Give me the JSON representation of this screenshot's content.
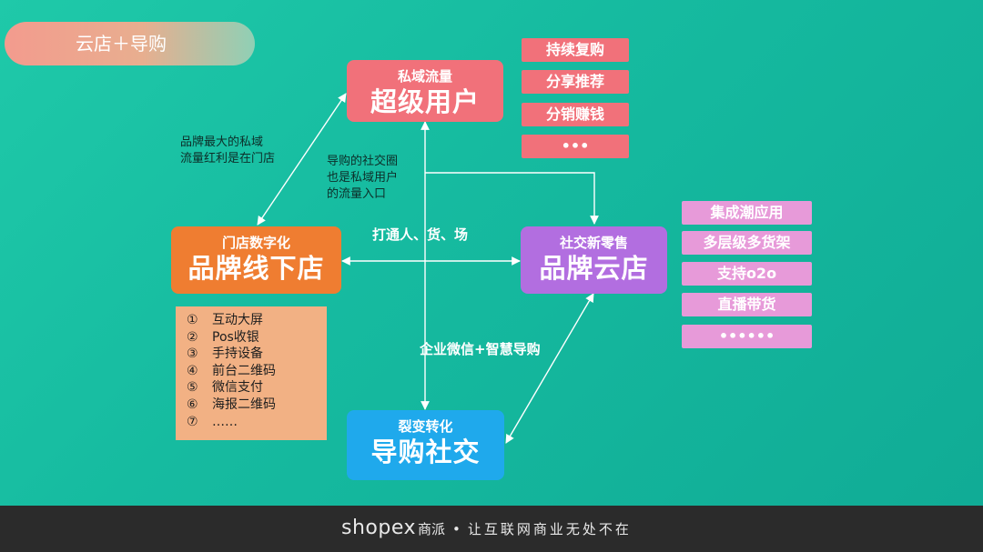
{
  "title": "云店＋导购",
  "nodes": {
    "super_user": {
      "sub": "私域流量",
      "main": "超级用户",
      "color": "#f1717a"
    },
    "offline_store": {
      "sub": "门店数字化",
      "main": "品牌线下店",
      "color": "#ef7d31"
    },
    "cloud_store": {
      "sub": "社交新零售",
      "main": "品牌云店",
      "color": "#b26ee0"
    },
    "guide_social": {
      "sub": "裂变转化",
      "main": "导购社交",
      "color": "#1fa9ec"
    }
  },
  "red_tags": [
    "持续复购",
    "分享推荐",
    "分销赚钱",
    "•••"
  ],
  "pink_tags": [
    "集成潮应用",
    "多层级多货架",
    "支持o2o",
    "直播带货",
    "••••••"
  ],
  "notes": {
    "brand_private": [
      "品牌最大的私域",
      "流量红利是在门店"
    ],
    "guide_circle": [
      "导购的社交圈",
      "也是私域用户",
      "的流量入口"
    ]
  },
  "labels": {
    "connect": "打通人、货、场",
    "wechat": "企业微信+智慧导购"
  },
  "store_features": [
    {
      "num": "①",
      "text": "互动大屏"
    },
    {
      "num": "②",
      "text": "Pos收银"
    },
    {
      "num": "③",
      "text": "手持设备"
    },
    {
      "num": "④",
      "text": "前台二维码"
    },
    {
      "num": "⑤",
      "text": "微信支付"
    },
    {
      "num": "⑥",
      "text": "海报二维码"
    },
    {
      "num": "⑦",
      "text": "……"
    }
  ],
  "footer": {
    "logo": "shopex",
    "logo_cn": "商派",
    "separator": "•",
    "slogan": "让互联网商业无处不在"
  }
}
